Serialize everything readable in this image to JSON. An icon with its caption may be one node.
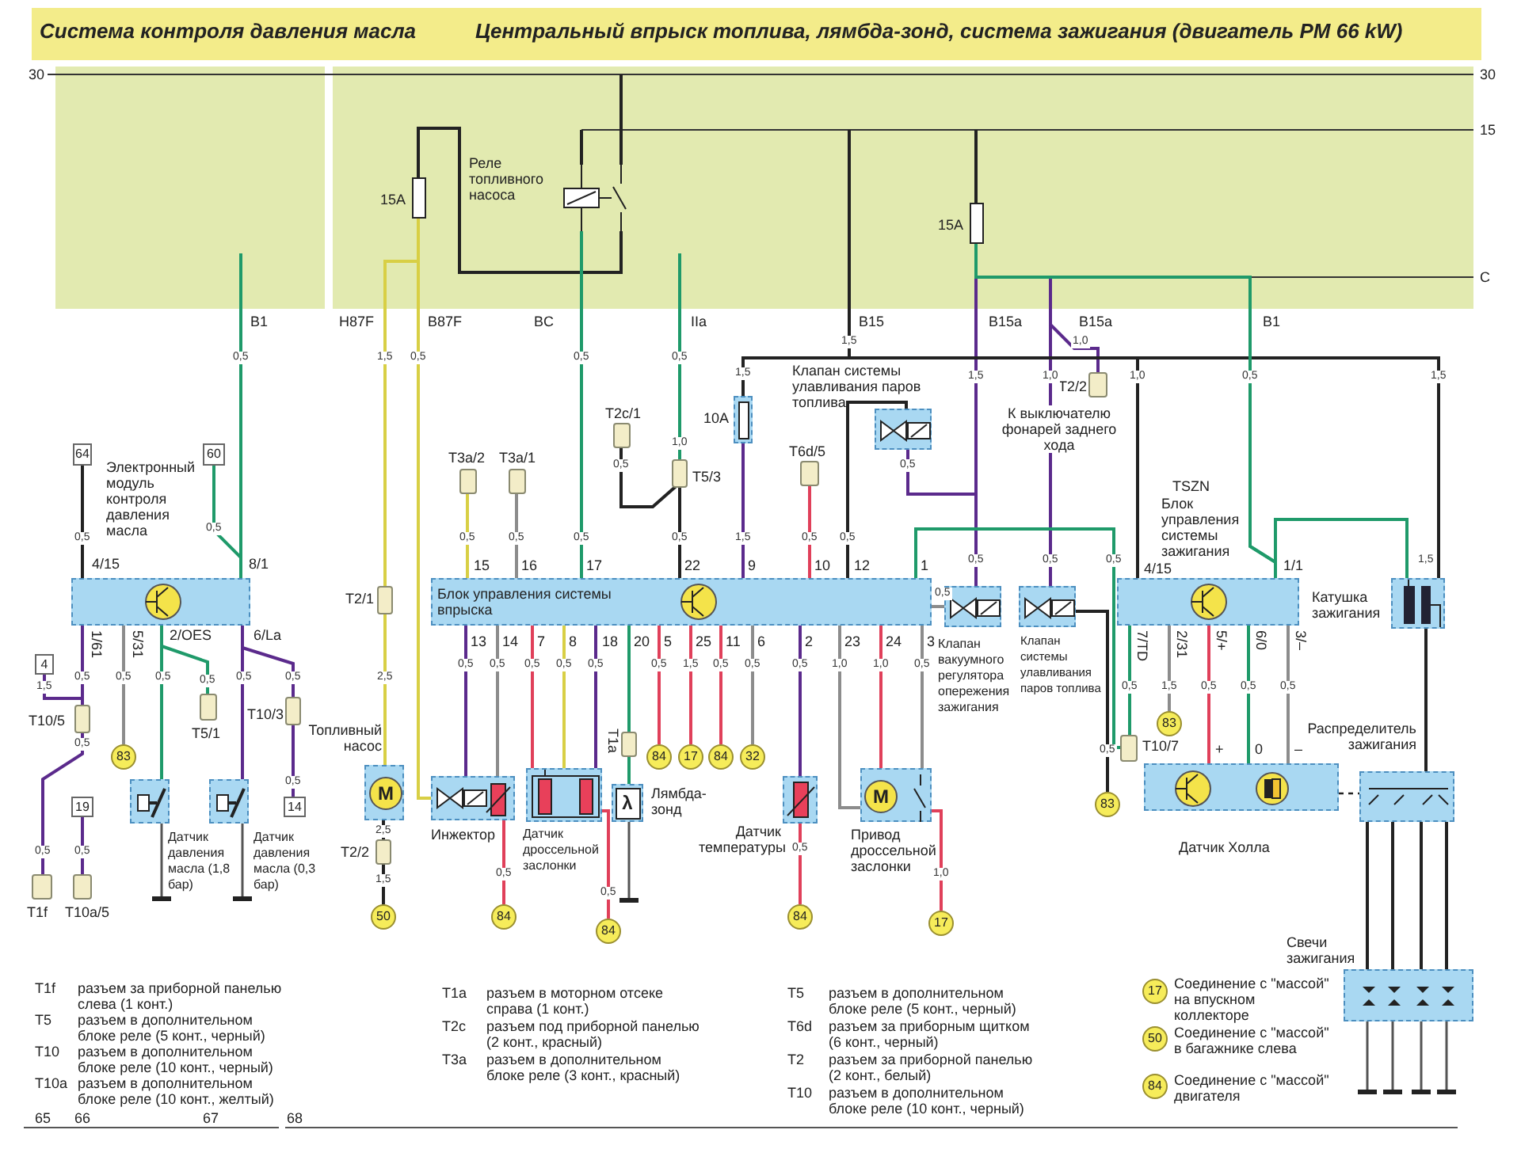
{
  "diagram": {
    "title": "Система контроля давления масла",
    "nodes": [
      {
        "text": [
          "Электронный модуль контроля давления масла"
        ]
      },
      {
        "text": [
          "Блок управления системы впрыска"
        ]
      },
      {
        "text": [
          "TSZN",
          "Блок управления системы зажигания"
        ]
      },
      {
        "text": [
          "Реле топливного насоса"
        ]
      },
      {
        "text": [
          "15A"
        ]
      },
      {
        "text": [
          "15A"
        ]
      },
      {
        "text": [
          "10A"
        ]
      },
      {
        "text": [
          "Клапан системы улавливания паров топлива"
        ]
      },
      {
        "text": [
          "Клапан вакуумного регулятора опережения зажигания"
        ]
      },
      {
        "text": [
          "Клапан системы улавливания паров топлива"
        ]
      },
      {
        "text": [
          "Датчик давления масла (1,8 бар)"
        ]
      },
      {
        "text": [
          "Датчик давления масла (0,3 бар)"
        ]
      },
      {
        "text": [
          "Топливный насос",
          "M"
        ]
      },
      {
        "text": [
          "Инжектор"
        ]
      },
      {
        "text": [
          "Датчик дроссельной заслонки"
        ]
      },
      {
        "text": [
          "λ",
          "Лямбда-зонд"
        ]
      },
      {
        "text": [
          "Датчик температуры"
        ]
      },
      {
        "text": [
          "M",
          "Привод дроссельной заслонки"
        ]
      },
      {
        "text": [
          "Датчик Холла"
        ]
      },
      {
        "text": [
          "Катушка зажигания"
        ]
      },
      {
        "text": [
          "Распределитель зажигания"
        ]
      },
      {
        "text": [
          "Свечи зажигания"
        ]
      },
      {
        "text": [
          "64"
        ]
      },
      {
        "text": [
          "60"
        ]
      },
      {
        "text": [
          "4"
        ]
      },
      {
        "text": [
          "19"
        ]
      },
      {
        "text": [
          "14"
        ]
      },
      {
        "text": [
          "83"
        ]
      },
      {
        "text": [
          "84"
        ]
      },
      {
        "text": [
          "17"
        ]
      },
      {
        "text": [
          "84"
        ]
      },
      {
        "text": [
          "32"
        ]
      },
      {
        "text": [
          "83"
        ]
      },
      {
        "text": [
          "83"
        ]
      },
      {
        "text": [
          "50"
        ]
      },
      {
        "text": [
          "84"
        ]
      },
      {
        "text": [
          "84"
        ]
      },
      {
        "text": [
          "84"
        ]
      },
      {
        "text": [
          "17"
        ]
      },
      {
        "text": [
          "T1f"
        ]
      },
      {
        "text": [
          "T10a/5"
        ]
      },
      {
        "text": [
          "T3a/2"
        ]
      },
      {
        "text": [
          "T3a/1"
        ]
      },
      {
        "text": [
          "T2c/1"
        ]
      },
      {
        "text": [
          "T6d/5"
        ]
      },
      {
        "text": [
          "T2/2"
        ]
      },
      {
        "text": [
          "T5/1"
        ]
      },
      {
        "text": [
          "T10/7"
        ]
      }
    ],
    "edges": [
      {
        "from": null,
        "to": 3,
        "arrow": "none"
      },
      {
        "from": 3,
        "to": 4,
        "arrow": "none"
      },
      {
        "from": null,
        "to": 3,
        "arrow": "none"
      },
      {
        "from": 4,
        "to": 12,
        "arrow": "none",
        "color": "#d8cf45"
      },
      {
        "from": 4,
        "to": 13,
        "arrow": "none",
        "color": "#d8cf45"
      },
      {
        "from": 3,
        "to": 1,
        "arrow": "none",
        "color": "#1f9a6a"
      },
      {
        "from": null,
        "to": 1,
        "arrow": "none",
        "color": "#1f9a6a"
      },
      {
        "from": 43,
        "to": 1,
        "arrow": "none"
      },
      {
        "from": null,
        "to": 0,
        "arrow": "none",
        "color": "#1f9a6a"
      },
      {
        "from": 23,
        "to": 0,
        "arrow": "none",
        "color": "#1f9a6a"
      },
      {
        "from": 22,
        "to": 0,
        "arrow": "none"
      },
      {
        "from": null,
        "to": 6,
        "arrow": "none"
      },
      {
        "from": 6,
        "to": 1,
        "arrow": "none",
        "color": "#5b2a8c"
      },
      {
        "from": 1,
        "to": 7,
        "arrow": "none"
      },
      {
        "from": 5,
        "to": 7,
        "arrow": "none",
        "color": "#5b2a8c"
      },
      {
        "from": 5,
        "to": 8,
        "arrow": "none",
        "color": "#5b2a8c"
      },
      {
        "from": 8,
        "to": 1,
        "arrow": "none",
        "color": "#8c8c8c"
      },
      {
        "from": 5,
        "to": 9,
        "arrow": "none",
        "color": "#5b2a8c"
      },
      {
        "from": 5,
        "to": 45,
        "arrow": "none",
        "color": "#5b2a8c"
      },
      {
        "from": 9,
        "to": 32,
        "arrow": "none"
      },
      {
        "from": null,
        "to": 2,
        "arrow": "none"
      },
      {
        "from": null,
        "to": 19,
        "arrow": "none"
      },
      {
        "from": 5,
        "to": 2,
        "arrow": "none",
        "color": "#1f9a6a"
      },
      {
        "from": 5,
        "to": 19,
        "arrow": "none",
        "color": "#1f9a6a"
      },
      {
        "from": 1,
        "to": 47,
        "arrow": "none",
        "color": "#1f9a6a"
      },
      {
        "from": 2,
        "to": 47,
        "arrow": "none",
        "color": "#1f9a6a"
      },
      {
        "from": 2,
        "to": 33,
        "arrow": "none",
        "color": "#8c8c8c"
      },
      {
        "from": 2,
        "to": 18,
        "arrow": "none",
        "color": "#e0405a"
      },
      {
        "from": 2,
        "to": 18,
        "arrow": "none",
        "color": "#1f9a6a"
      },
      {
        "from": 2,
        "to": 18,
        "arrow": "none",
        "color": "#8c8c8c"
      },
      {
        "from": 19,
        "to": 20,
        "arrow": "none"
      },
      {
        "from": 20,
        "to": 21,
        "arrow": "none"
      },
      {
        "from": 20,
        "to": 21,
        "arrow": "none"
      },
      {
        "from": 20,
        "to": 21,
        "arrow": "none"
      },
      {
        "from": 20,
        "to": 21,
        "arrow": "none"
      },
      {
        "from": 18,
        "to": 20,
        "arrow": "none",
        "style": "dashed"
      },
      {
        "from": 0,
        "to": 24,
        "arrow": "none",
        "color": "#5b2a8c"
      },
      {
        "from": 0,
        "to": 39,
        "arrow": "none",
        "color": "#5b2a8c"
      },
      {
        "from": 25,
        "to": 40,
        "arrow": "none",
        "color": "#5b2a8c"
      },
      {
        "from": 0,
        "to": 27,
        "arrow": "none",
        "color": "#8c8c8c"
      },
      {
        "from": 0,
        "to": 10,
        "arrow": "none",
        "color": "#1f9a6a"
      },
      {
        "from": 0,
        "to": 46,
        "arrow": "none",
        "color": "#1f9a6a"
      },
      {
        "from": 0,
        "to": 11,
        "arrow": "none",
        "color": "#5b2a8c"
      },
      {
        "from": 0,
        "to": 26,
        "arrow": "none",
        "color": "#5b2a8c"
      },
      {
        "from": 41,
        "to": 1,
        "arrow": "none",
        "color": "#d8cf45"
      },
      {
        "from": 42,
        "to": 1,
        "arrow": "none",
        "color": "#8c8c8c"
      },
      {
        "from": 44,
        "to": 1,
        "arrow": "none",
        "color": "#e0405a"
      },
      {
        "from": 1,
        "to": 13,
        "arrow": "none",
        "color": "#5b2a8c"
      },
      {
        "from": 1,
        "to": 13,
        "arrow": "none",
        "color": "#8c8c8c"
      },
      {
        "from": 1,
        "to": 14,
        "arrow": "none",
        "color": "#e0405a"
      },
      {
        "from": 1,
        "to": 14,
        "arrow": "none",
        "color": "#d8cf45"
      },
      {
        "from": 1,
        "to": 14,
        "arrow": "none",
        "color": "#5b2a8c"
      },
      {
        "from": 1,
        "to": 15,
        "arrow": "none",
        "color": "#1f9a6a"
      },
      {
        "from": 1,
        "to": 28,
        "arrow": "none",
        "color": "#e0405a"
      },
      {
        "from": 1,
        "to": 29,
        "arrow": "none",
        "color": "#e0405a"
      },
      {
        "from": 1,
        "to": 30,
        "arrow": "none",
        "color": "#e0405a"
      },
      {
        "from": 1,
        "to": 31,
        "arrow": "none",
        "color": "#8c8c8c"
      },
      {
        "from": 1,
        "to": 16,
        "arrow": "none",
        "color": "#5b2a8c"
      },
      {
        "from": 1,
        "to": 17,
        "arrow": "none",
        "color": "#8c8c8c"
      },
      {
        "from": 1,
        "to": 17,
        "arrow": "none",
        "color": "#e0405a"
      },
      {
        "from": 1,
        "to": 17,
        "arrow": "none",
        "color": "#8c8c8c"
      },
      {
        "from": 12,
        "to": 34,
        "arrow": "none"
      },
      {
        "from": 13,
        "to": 35,
        "arrow": "none",
        "color": "#e0405a"
      },
      {
        "from": 14,
        "to": 36,
        "arrow": "none",
        "color": "#e0405a"
      },
      {
        "from": 16,
        "to": 37,
        "arrow": "none",
        "color": "#e0405a"
      },
      {
        "from": 17,
        "to": 38,
        "arrow": "none",
        "color": "#e0405a"
      },
      {
        "from": null,
        "to": 5,
        "arrow": "none"
      }
    ],
    "labels": [
      "Центральный впрыск топлива, лямбда-зонд, система зажигания (двигатель PM 66 kW)",
      "30",
      "30",
      "15",
      "C",
      "B1",
      "H87F",
      "B87F",
      "BC",
      "IIa",
      "B15",
      "B15a",
      "B15a",
      "B1",
      "0,5",
      "1,5",
      "0,5",
      "0,5",
      "0,5",
      "1,5",
      "1,5",
      "1,5",
      "1,0",
      "1,0",
      "1,0",
      "0,5",
      "1,5",
      "К выключателю фонарей заднего хода",
      "0,5",
      "0,5",
      "4/15",
      "8/1",
      "1/61",
      "5/31",
      "2/OES",
      "6/La",
      "0,5",
      "0,5",
      "0,5",
      "0,5",
      "0,5",
      "0,5",
      "1,5",
      "T10/5",
      "T10/3",
      "0,5",
      "0,5",
      "0,5",
      "0,5",
      "0,5",
      "0,5",
      "0,5",
      "0,5",
      "T5/3",
      "1,0",
      "0,5",
      "1,5",
      "0,5",
      "0,5",
      "0,5",
      "15",
      "16",
      "17",
      "22",
      "9",
      "10",
      "12",
      "1",
      "0,5",
      "0,5",
      "0,5",
      "T2/1",
      "13",
      "14",
      "7",
      "8",
      "18",
      "20",
      "5",
      "25",
      "11",
      "6",
      "2",
      "23",
      "24",
      "3",
      "0,5",
      "0,5",
      "0,5",
      "0,5",
      "0,5",
      "0,5",
      "1,5",
      "0,5",
      "0,5",
      "0,5",
      "1,0",
      "1,0",
      "0,5",
      "2,5",
      "0,5",
      "0,5",
      "T1a",
      "4/15",
      "1/1",
      "1,5",
      "7/TD",
      "2/31",
      "5/+",
      "6/0",
      "3/–",
      "0,5",
      "1,5",
      "0,5",
      "0,5",
      "0,5",
      "+",
      "0",
      "–",
      "2,5",
      "T2/2",
      "1,5",
      "0,5",
      "0,5",
      "0,5",
      "1,0",
      "T1f",
      "разъем за приборной панелью слева (1 конт.)",
      "T5",
      "разъем в дополнительном блоке реле (5 конт., черный)",
      "T10",
      "разъем в дополнительном блоке реле (10 конт., черный)",
      "T10a",
      "разъем в дополнительном блоке реле (10 конт., желтый)",
      "65",
      "66",
      "67",
      "68",
      "T1a",
      "разъем в моторном отсеке справа (1 конт.)",
      "T2c",
      "разъем под приборной панелью (2 конт., красный)",
      "T3a",
      "разъем в дополнительном блоке реле (3 конт., красный)",
      "T5",
      "разъем в дополнительном блоке реле (5 конт., черный)",
      "T6d",
      "разъем за приборным щитком (6 конт., черный)",
      "T2",
      "разъем за приборной панелью (2 конт., белый)",
      "T10",
      "разъем в дополнительном блоке реле (10 конт., черный)",
      "17",
      "Соединение с \"массой\" на впускном коллекторе",
      "50",
      "Соединение с \"массой\" в багажнике слева",
      "84",
      "Соединение с \"массой\" двигателя"
    ]
  }
}
